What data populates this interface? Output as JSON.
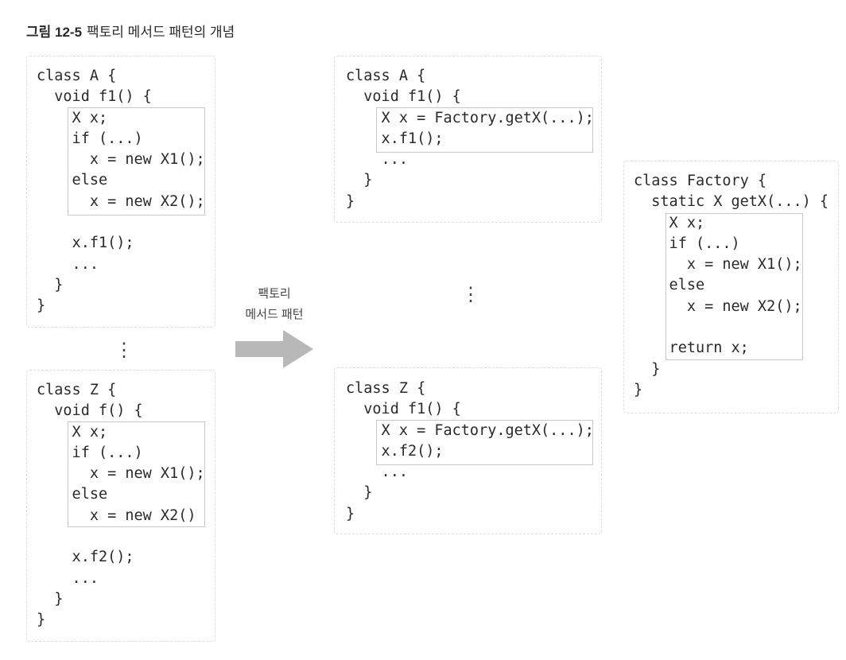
{
  "figure": {
    "label": "그림 12-5",
    "caption": "팩토리 메서드 패턴의 개념"
  },
  "arrow": {
    "line1": "팩토리",
    "line2": "메서드 패턴",
    "color": "#b8b8b8"
  },
  "ellipsis_vertical": "⋮",
  "before": {
    "class_a": "class A {\n  void f1() {\n    X x;\n    if (...)\n      x = new X1();\n    else\n      x = new X2();\n\n    x.f1();\n    ...\n  }\n}",
    "class_z": "class Z {\n  void f() {\n    X x;\n    if (...)\n      x = new X1();\n    else\n      x = new X2()\n\n    x.f2();\n    ...\n  }\n}"
  },
  "after": {
    "class_a": "class A {\n  void f1() {\n    X x = Factory.getX(...);\n    x.f1();\n    ...\n  }\n}",
    "class_z": "class Z {\n  void f1() {\n    X x = Factory.getX(...);\n    x.f2();\n    ...\n  }\n}"
  },
  "factory": {
    "code": "class Factory {\n  static X getX(...) {\n    X x;\n    if (...)\n      x = new X1();\n    else\n      x = new X2();\n\n    return x;\n  }\n}"
  }
}
